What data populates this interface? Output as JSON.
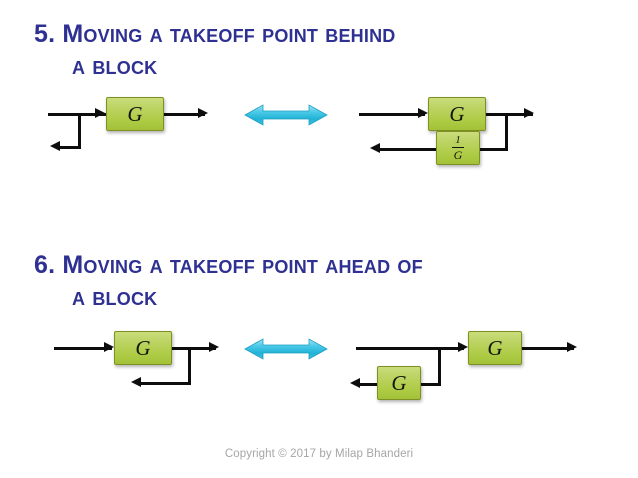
{
  "slide": {
    "background_color": "#ffffff",
    "heading_color": "#2e3192",
    "block_fill_color": "#b5d257",
    "block_border_color": "#7e9021",
    "line_color": "#0d0d0d",
    "equiv_arrow_color": "#38c0e0",
    "footer_color": "#a6a6a6"
  },
  "sections": [
    {
      "number": "5.",
      "title_line1": "Moving a takeoff point behind",
      "title_line2": "a block",
      "left_diagram": {
        "label": "takeoff point before block G",
        "blocks": [
          {
            "name": "block-g",
            "text": "G"
          }
        ]
      },
      "equivalence": {
        "name": "equivalence-arrow",
        "symbol": "double-arrow"
      },
      "right_diagram": {
        "label": "takeoff point after block G with 1/G in branch",
        "blocks": [
          {
            "name": "block-g",
            "text": "G"
          },
          {
            "name": "block-one-over-g",
            "numerator": "1",
            "denominator": "G"
          }
        ]
      }
    },
    {
      "number": "6.",
      "title_line1": "Moving a takeoff point ahead of",
      "title_line2": "a block",
      "left_diagram": {
        "label": "takeoff point after block G",
        "blocks": [
          {
            "name": "block-g",
            "text": "G"
          }
        ]
      },
      "equivalence": {
        "name": "equivalence-arrow",
        "symbol": "double-arrow"
      },
      "right_diagram": {
        "label": "takeoff point before block G with G in branch",
        "blocks": [
          {
            "name": "block-g-main",
            "text": "G"
          },
          {
            "name": "block-g-branch",
            "text": "G"
          }
        ]
      }
    }
  ],
  "footer": {
    "text": "Copyright © 2017 by Milap Bhanderi"
  }
}
